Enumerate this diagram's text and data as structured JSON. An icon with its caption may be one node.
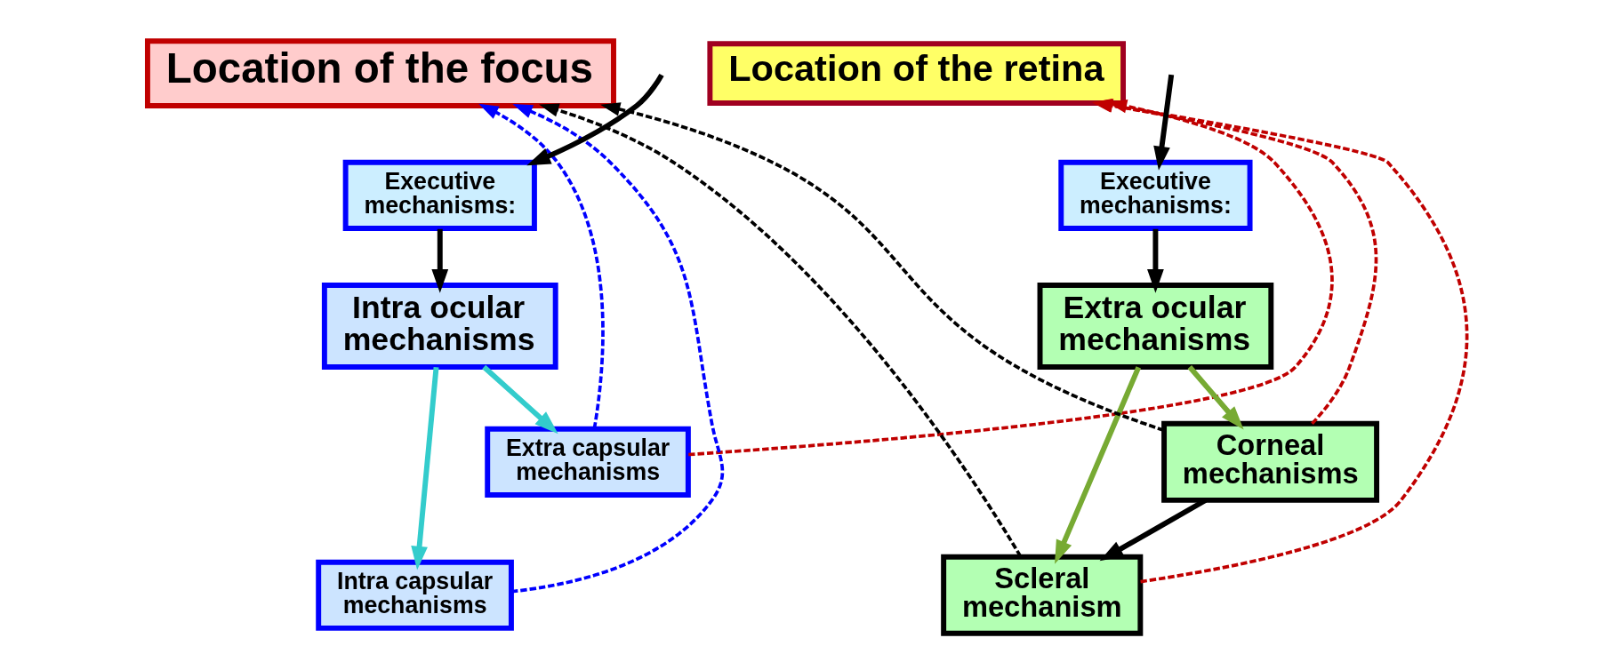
{
  "diagram": {
    "nodes": [
      {
        "text": [
          "Location of the focus"
        ]
      },
      {
        "text": [
          "Location of the retina"
        ]
      },
      {
        "text": [
          "Executive mechanisms:"
        ]
      },
      {
        "text": [
          "Intra ocular mechanisms"
        ]
      },
      {
        "text": [
          "Extra capsular mechanisms"
        ]
      },
      {
        "text": [
          "Intra capsular mechanisms"
        ]
      },
      {
        "text": [
          "Executive mechanisms:"
        ]
      },
      {
        "text": [
          "Extra ocular mechanisms"
        ]
      },
      {
        "text": [
          "Corneal mechanisms"
        ]
      },
      {
        "text": [
          "Scleral mechanism"
        ]
      }
    ],
    "edges": [
      {
        "from": null,
        "to": 2,
        "arrow": "to"
      },
      {
        "from": null,
        "to": 6,
        "arrow": "to"
      },
      {
        "from": 2,
        "to": 3,
        "arrow": "to"
      },
      {
        "from": 6,
        "to": 7,
        "arrow": "to"
      },
      {
        "from": 3,
        "to": 4,
        "arrow": "to",
        "color": "#33cccc"
      },
      {
        "from": 3,
        "to": 5,
        "arrow": "to",
        "color": "#33cccc"
      },
      {
        "from": 7,
        "to": 8,
        "arrow": "to",
        "color": "#77aa33"
      },
      {
        "from": 7,
        "to": 9,
        "arrow": "to",
        "color": "#77aa33"
      },
      {
        "from": 8,
        "to": 9,
        "arrow": "to"
      },
      {
        "from": 4,
        "to": 0,
        "arrow": "to",
        "style": "dashed",
        "color": "#0000ff"
      },
      {
        "from": 5,
        "to": 0,
        "arrow": "to",
        "style": "dashed",
        "color": "#0000ff"
      },
      {
        "from": 8,
        "to": 0,
        "arrow": "to",
        "style": "dashed"
      },
      {
        "from": 9,
        "to": 0,
        "arrow": "to",
        "style": "dashed"
      },
      {
        "from": 4,
        "to": 1,
        "arrow": "to",
        "style": "dashed",
        "color": "#c00000"
      },
      {
        "from": 8,
        "to": 1,
        "arrow": "to",
        "style": "dashed",
        "color": "#c00000"
      },
      {
        "from": 9,
        "to": 1,
        "arrow": "to",
        "style": "dashed",
        "color": "#c00000"
      }
    ]
  }
}
